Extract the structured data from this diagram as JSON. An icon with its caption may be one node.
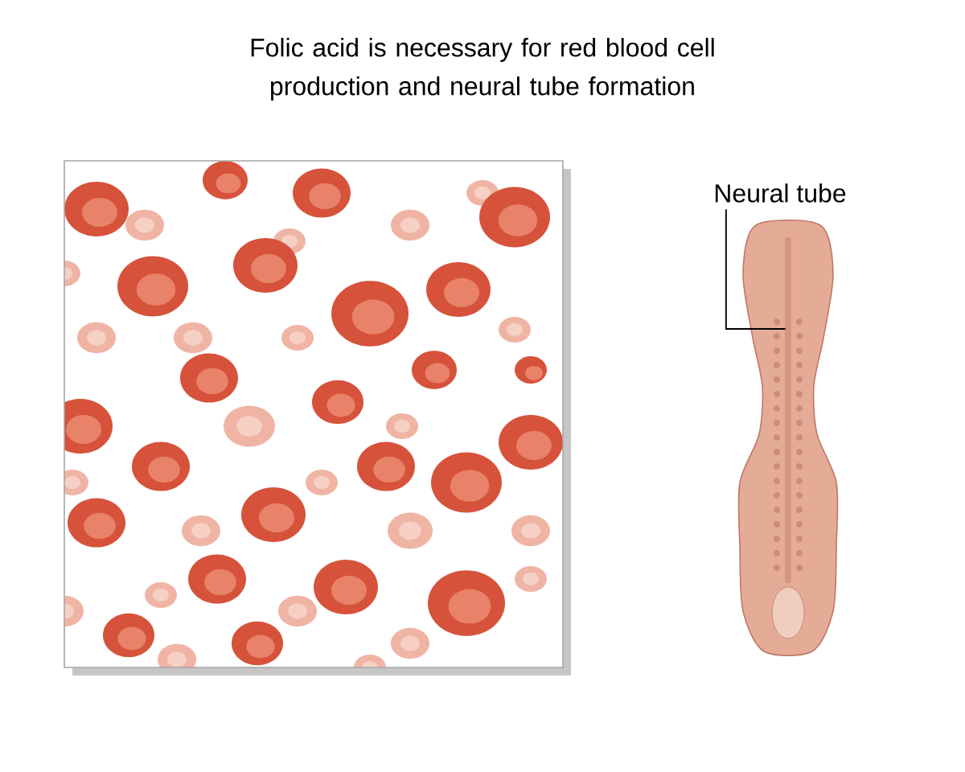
{
  "diagram": {
    "title": "Folic acid is necessary for red blood cell production and neural tube formation",
    "nodes": [
      {
        "text": [
          "Neural tube"
        ]
      },
      {
        "text": [],
        "shape": "bar"
      }
    ],
    "edges": [
      {
        "from": 0,
        "to": 1,
        "arrow": "none"
      }
    ]
  }
}
